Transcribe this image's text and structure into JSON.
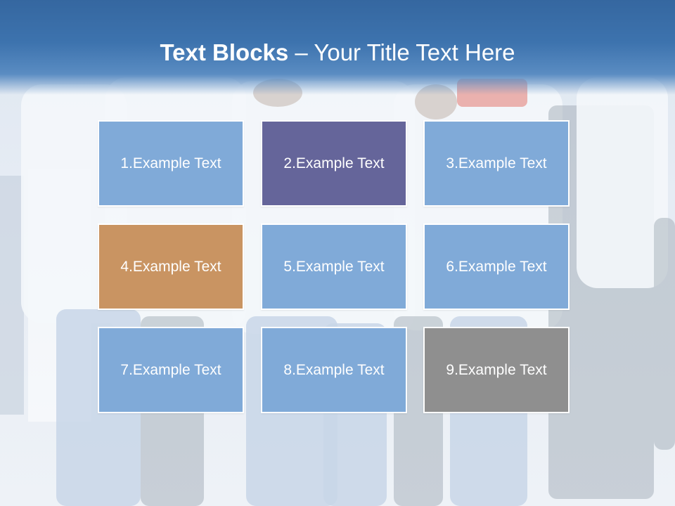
{
  "title": {
    "bold": "Text Blocks",
    "dash": " – ",
    "rest": "Your Title Text Here"
  },
  "blocks": [
    {
      "label": "1.Example Text",
      "color": "#80aad8"
    },
    {
      "label": "2.Example Text",
      "color": "#65659a"
    },
    {
      "label": "3.Example Text",
      "color": "#80aad8"
    },
    {
      "label": "4.Example Text",
      "color": "#c99462"
    },
    {
      "label": "5.Example Text",
      "color": "#80aad8"
    },
    {
      "label": "6.Example Text",
      "color": "#80aad8"
    },
    {
      "label": "7.Example Text",
      "color": "#80aad8"
    },
    {
      "label": "8.Example Text",
      "color": "#80aad8"
    },
    {
      "label": "9.Example Text",
      "color": "#8f8f8f"
    }
  ],
  "colors": {
    "header": "#3567a0",
    "title_text": "#ffffff"
  }
}
